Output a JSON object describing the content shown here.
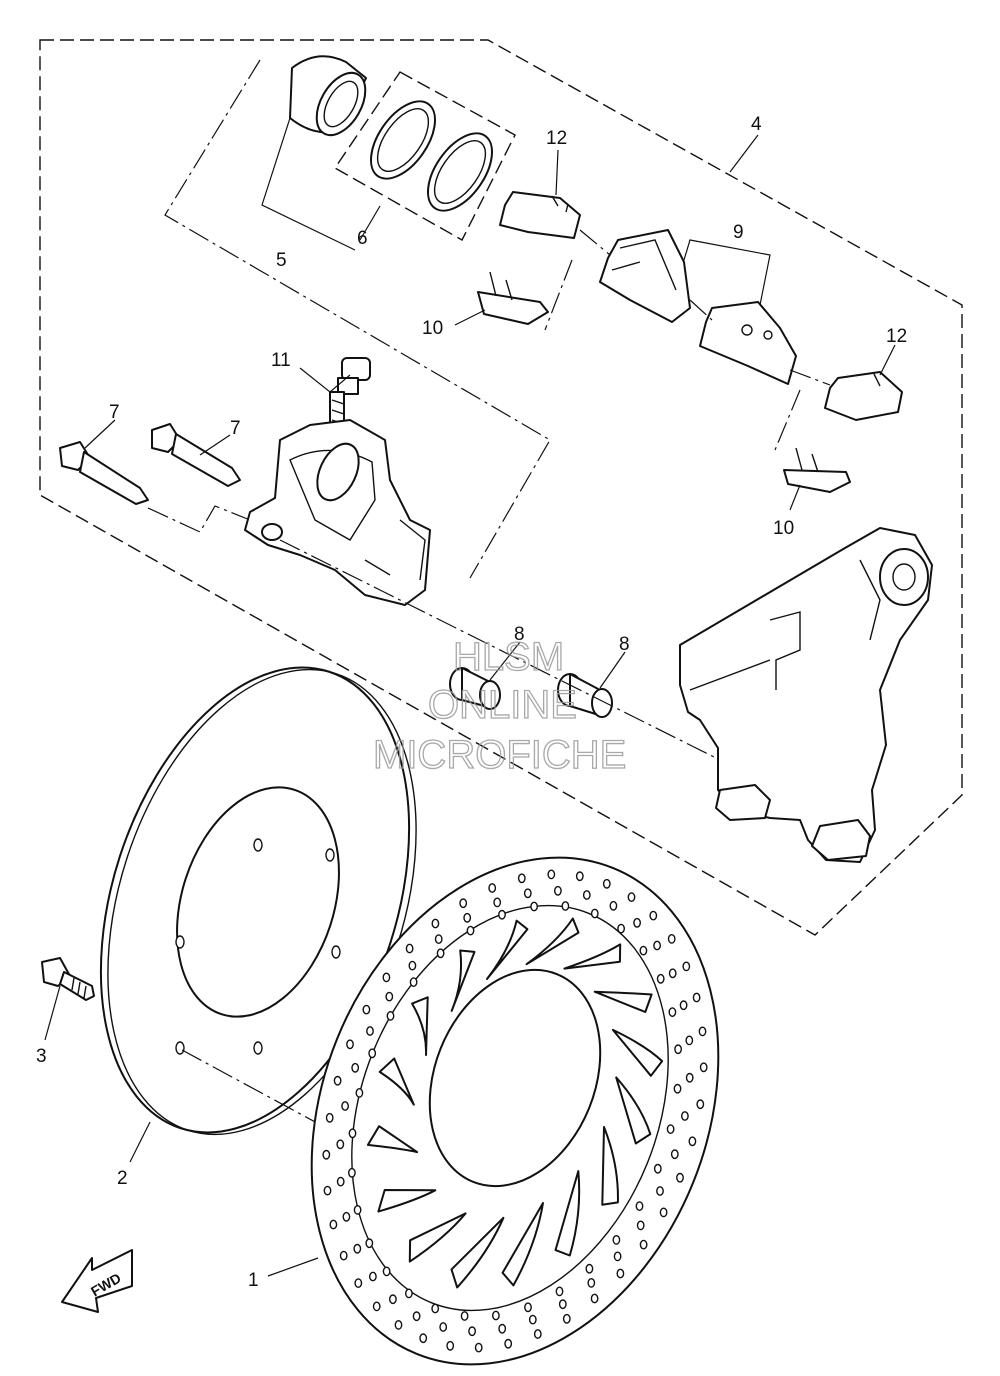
{
  "callouts": {
    "c1": "1",
    "c2": "2",
    "c3": "3",
    "c4": "4",
    "c5": "5",
    "c6": "6",
    "c7a": "7",
    "c7b": "7",
    "c8a": "8",
    "c8b": "8",
    "c9": "9",
    "c10a": "10",
    "c10b": "10",
    "c11": "11",
    "c12a": "12",
    "c12b": "12"
  },
  "watermark": {
    "line1": "HLSM",
    "line2": "ONLINE",
    "line3": "MICROFICHE"
  },
  "fwd_label": "FWD",
  "colors": {
    "ink": "#111111",
    "watermark": "#9a9a9a",
    "background": "#ffffff"
  }
}
